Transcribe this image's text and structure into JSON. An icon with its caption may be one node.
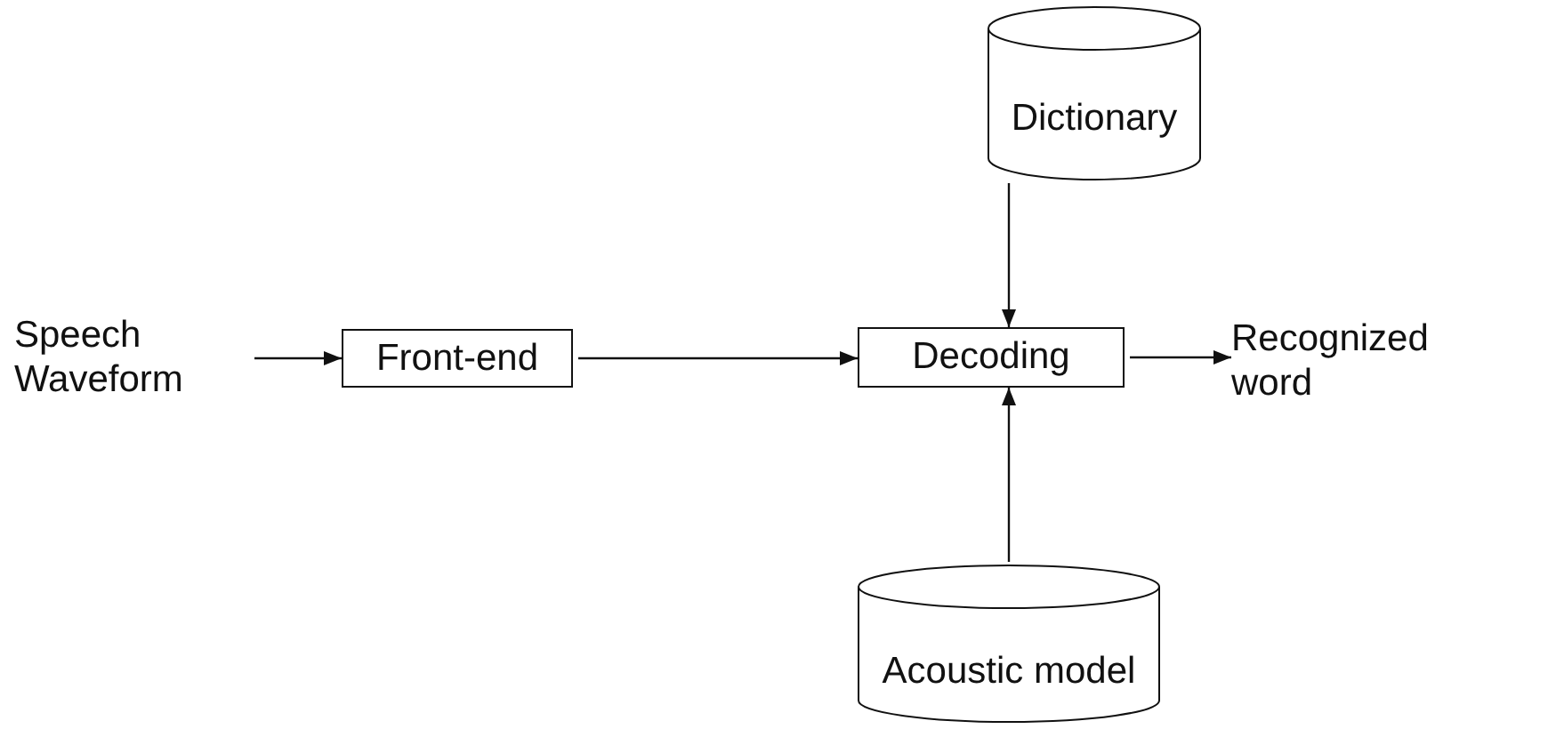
{
  "diagram": {
    "nodes": [
      {
        "text": [
          "Speech Waveform"
        ]
      },
      {
        "text": [
          "Front-end"
        ]
      },
      {
        "text": [
          "Dictionary"
        ]
      },
      {
        "text": [
          "Decoding"
        ]
      },
      {
        "text": [
          "Recognized word"
        ]
      },
      {
        "text": [
          "Acoustic model"
        ]
      }
    ],
    "edges": [
      {
        "from": 0,
        "to": 1,
        "arrow": "to"
      },
      {
        "from": 1,
        "to": 3,
        "arrow": "to"
      },
      {
        "from": 2,
        "to": 3,
        "arrow": "to"
      },
      {
        "from": 5,
        "to": 3,
        "arrow": "to"
      },
      {
        "from": 3,
        "to": 4,
        "arrow": "to"
      }
    ]
  }
}
